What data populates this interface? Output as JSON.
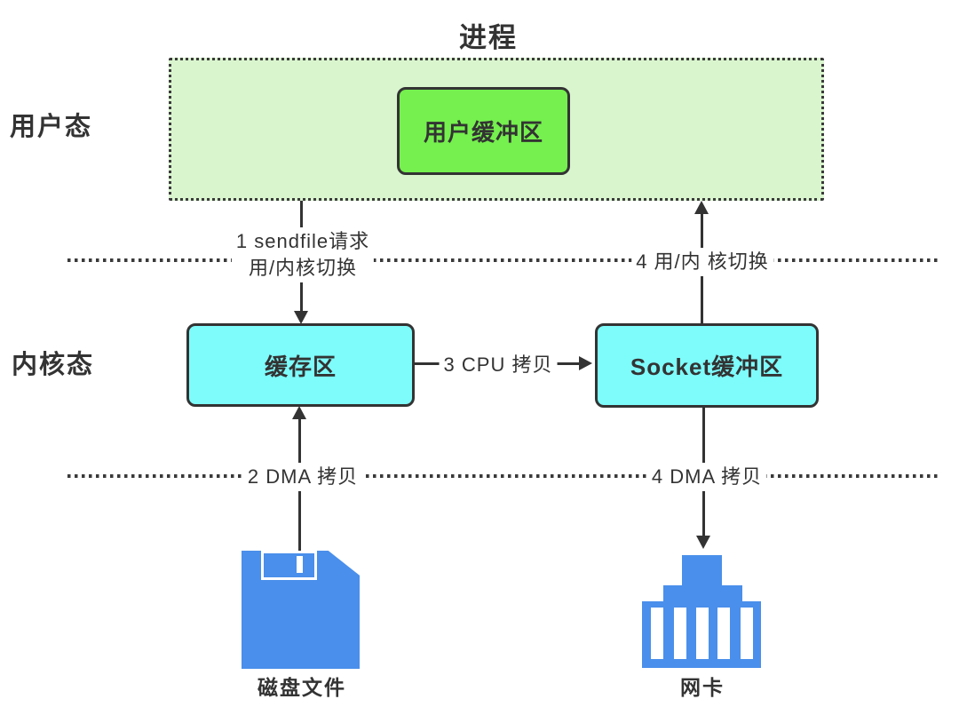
{
  "title": "进程",
  "zones": {
    "user_mode_label": "用户态",
    "kernel_mode_label": "内核态"
  },
  "boxes": {
    "user_buffer": "用户缓冲区",
    "kernel_buffer": "缓存区",
    "socket_buffer": "Socket缓冲区"
  },
  "arrows": {
    "sendfile_request_line1": "1 sendfile请求",
    "sendfile_request_line2": "用/内核切换",
    "cpu_copy": "3 CPU 拷贝",
    "user_kernel_switch": "4 用/内 核切换",
    "dma_copy_disk": "2 DMA 拷贝",
    "dma_copy_nic": "4 DMA 拷贝"
  },
  "devices": {
    "disk_label": "磁盘文件",
    "nic_label": "网卡"
  },
  "colors": {
    "process_zone_fill": "#d9f5ce",
    "user_buffer_fill": "#75f04e",
    "kernel_box_fill": "#7efbfb",
    "icon_blue": "#4a8feb",
    "line_color": "#333333"
  }
}
